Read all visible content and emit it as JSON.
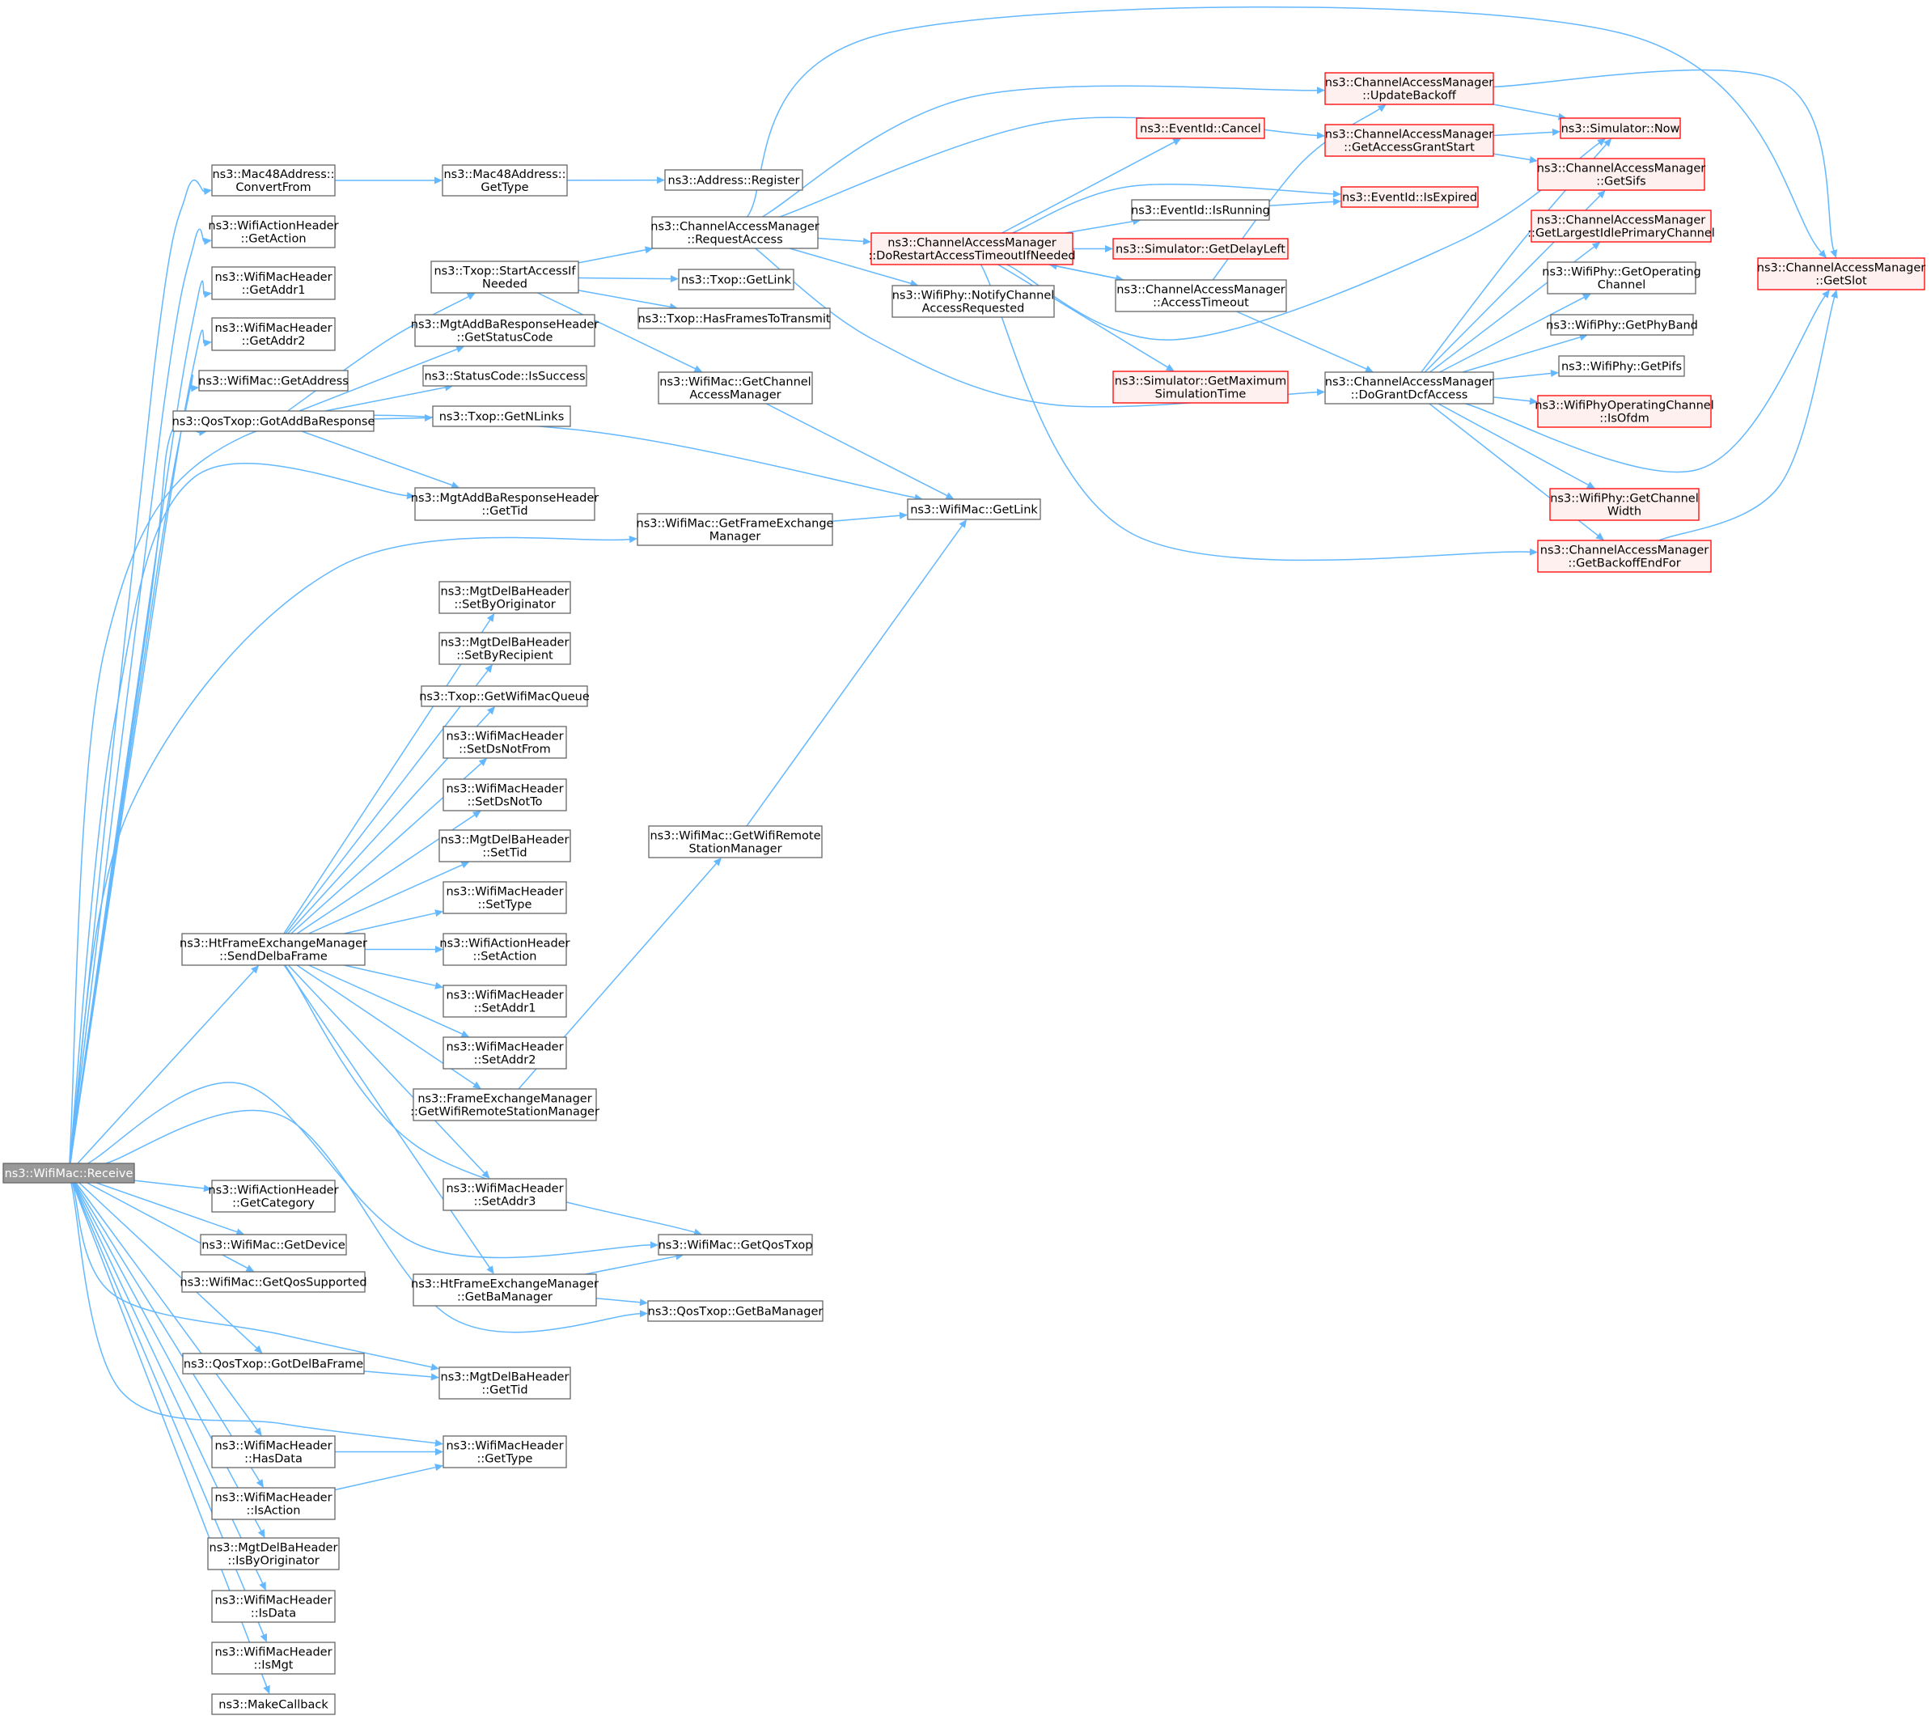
{
  "colors": {
    "edge": "#63b8ff",
    "node_border": "#666666",
    "node_fill": "#ffffff",
    "node_red_border": "#ff0000",
    "node_red_fill": "#fff0f0",
    "root_fill": "#999999",
    "root_text": "#ffffff"
  },
  "nodes": [
    {
      "id": "root",
      "lines": [
        "ns3::WifiMac::Receive"
      ],
      "style": "root"
    },
    {
      "id": "m48conv",
      "lines": [
        "ns3::Mac48Address::",
        "ConvertFrom"
      ]
    },
    {
      "id": "acthdr_getaction",
      "lines": [
        "ns3::WifiActionHeader",
        "::GetAction"
      ]
    },
    {
      "id": "mh_getaddr1",
      "lines": [
        "ns3::WifiMacHeader",
        "::GetAddr1"
      ]
    },
    {
      "id": "mh_getaddr2",
      "lines": [
        "ns3::WifiMacHeader",
        "::GetAddr2"
      ]
    },
    {
      "id": "wm_getaddress",
      "lines": [
        "ns3::WifiMac::GetAddress"
      ]
    },
    {
      "id": "qos_gotaddba",
      "lines": [
        "ns3::QosTxop::GotAddBaResponse"
      ]
    },
    {
      "id": "htfem_senddelba",
      "lines": [
        "ns3::HtFrameExchangeManager",
        "::SendDelbaFrame"
      ]
    },
    {
      "id": "acthdr_getcat",
      "lines": [
        "ns3::WifiActionHeader",
        "::GetCategory"
      ]
    },
    {
      "id": "wm_getdevice",
      "lines": [
        "ns3::WifiMac::GetDevice"
      ]
    },
    {
      "id": "wm_getqossupp",
      "lines": [
        "ns3::WifiMac::GetQosSupported"
      ]
    },
    {
      "id": "qos_gotdelba",
      "lines": [
        "ns3::QosTxop::GotDelBaFrame"
      ]
    },
    {
      "id": "mh_hasdata",
      "lines": [
        "ns3::WifiMacHeader",
        "::HasData"
      ]
    },
    {
      "id": "mh_isaction",
      "lines": [
        "ns3::WifiMacHeader",
        "::IsAction"
      ]
    },
    {
      "id": "delba_isbyorig",
      "lines": [
        "ns3::MgtDelBaHeader",
        "::IsByOriginator"
      ]
    },
    {
      "id": "mh_isdata",
      "lines": [
        "ns3::WifiMacHeader",
        "::IsData"
      ]
    },
    {
      "id": "mh_ismgt",
      "lines": [
        "ns3::WifiMacHeader",
        "::IsMgt"
      ]
    },
    {
      "id": "makecallback",
      "lines": [
        "ns3::MakeCallback"
      ]
    },
    {
      "id": "m48gettype",
      "lines": [
        "ns3::Mac48Address::",
        "GetType"
      ]
    },
    {
      "id": "txop_startaccess",
      "lines": [
        "ns3::Txop::StartAccessIf",
        "Needed"
      ]
    },
    {
      "id": "addbaresp_getstatus",
      "lines": [
        "ns3::MgtAddBaResponseHeader",
        "::GetStatusCode"
      ]
    },
    {
      "id": "status_issuccess",
      "lines": [
        "ns3::StatusCode::IsSuccess"
      ]
    },
    {
      "id": "txop_getnlinks",
      "lines": [
        "ns3::Txop::GetNLinks"
      ]
    },
    {
      "id": "addbaresp_gettid",
      "lines": [
        "ns3::MgtAddBaResponseHeader",
        "::GetTid"
      ]
    },
    {
      "id": "delba_setbyorig",
      "lines": [
        "ns3::MgtDelBaHeader",
        "::SetByOriginator"
      ]
    },
    {
      "id": "delba_setbyrec",
      "lines": [
        "ns3::MgtDelBaHeader",
        "::SetByRecipient"
      ]
    },
    {
      "id": "txop_getqueue",
      "lines": [
        "ns3::Txop::GetWifiMacQueue"
      ]
    },
    {
      "id": "mh_setdsnotfrom",
      "lines": [
        "ns3::WifiMacHeader",
        "::SetDsNotFrom"
      ]
    },
    {
      "id": "mh_setdsnotto",
      "lines": [
        "ns3::WifiMacHeader",
        "::SetDsNotTo"
      ]
    },
    {
      "id": "delba_settid",
      "lines": [
        "ns3::MgtDelBaHeader",
        "::SetTid"
      ]
    },
    {
      "id": "mh_settype",
      "lines": [
        "ns3::WifiMacHeader",
        "::SetType"
      ]
    },
    {
      "id": "acthdr_setaction",
      "lines": [
        "ns3::WifiActionHeader",
        "::SetAction"
      ]
    },
    {
      "id": "mh_setaddr1",
      "lines": [
        "ns3::WifiMacHeader",
        "::SetAddr1"
      ]
    },
    {
      "id": "mh_setaddr2",
      "lines": [
        "ns3::WifiMacHeader",
        "::SetAddr2"
      ]
    },
    {
      "id": "fem_getrsm",
      "lines": [
        "ns3::FrameExchangeManager",
        "::GetWifiRemoteStationManager"
      ]
    },
    {
      "id": "mh_setaddr3",
      "lines": [
        "ns3::WifiMacHeader",
        "::SetAddr3"
      ]
    },
    {
      "id": "htfem_getbam",
      "lines": [
        "ns3::HtFrameExchangeManager",
        "::GetBaManager"
      ]
    },
    {
      "id": "delba_gettid",
      "lines": [
        "ns3::MgtDelBaHeader",
        "::GetTid"
      ]
    },
    {
      "id": "mh_gettype",
      "lines": [
        "ns3::WifiMacHeader",
        "::GetType"
      ]
    },
    {
      "id": "addr_register",
      "lines": [
        "ns3::Address::Register"
      ]
    },
    {
      "id": "cam_requestaccess",
      "lines": [
        "ns3::ChannelAccessManager",
        "::RequestAccess"
      ]
    },
    {
      "id": "txop_getlink",
      "lines": [
        "ns3::Txop::GetLink"
      ]
    },
    {
      "id": "txop_hasframes",
      "lines": [
        "ns3::Txop::HasFramesToTransmit"
      ]
    },
    {
      "id": "wm_getcam",
      "lines": [
        "ns3::WifiMac::GetChannel",
        "AccessManager"
      ]
    },
    {
      "id": "wm_getfem",
      "lines": [
        "ns3::WifiMac::GetFrameExchange",
        "Manager"
      ]
    },
    {
      "id": "wm_getrsm",
      "lines": [
        "ns3::WifiMac::GetWifiRemote",
        "StationManager"
      ]
    },
    {
      "id": "wm_getqostxop",
      "lines": [
        "ns3::WifiMac::GetQosTxop"
      ]
    },
    {
      "id": "qos_getbam",
      "lines": [
        "ns3::QosTxop::GetBaManager"
      ]
    },
    {
      "id": "wm_getlink",
      "lines": [
        "ns3::WifiMac::GetLink"
      ]
    },
    {
      "id": "cam_dorestart",
      "lines": [
        "ns3::ChannelAccessManager",
        "::DoRestartAccessTimeoutIfNeeded"
      ],
      "style": "red"
    },
    {
      "id": "phy_notifycar",
      "lines": [
        "ns3::WifiPhy::NotifyChannel",
        "AccessRequested"
      ]
    },
    {
      "id": "ev_cancel",
      "lines": [
        "ns3::EventId::Cancel"
      ],
      "style": "red"
    },
    {
      "id": "ev_isrunning",
      "lines": [
        "ns3::EventId::IsRunning"
      ]
    },
    {
      "id": "sim_getdelayleft",
      "lines": [
        "ns3::Simulator::GetDelayLeft"
      ],
      "style": "red"
    },
    {
      "id": "cam_accesstimeout",
      "lines": [
        "ns3::ChannelAccessManager",
        "::AccessTimeout"
      ]
    },
    {
      "id": "sim_getmaxsim",
      "lines": [
        "ns3::Simulator::GetMaximum",
        "SimulationTime"
      ],
      "style": "red"
    },
    {
      "id": "cam_updatebackoff",
      "lines": [
        "ns3::ChannelAccessManager",
        "::UpdateBackoff"
      ],
      "style": "red"
    },
    {
      "id": "cam_getaccessgrant",
      "lines": [
        "ns3::ChannelAccessManager",
        "::GetAccessGrantStart"
      ],
      "style": "red"
    },
    {
      "id": "ev_isexpired",
      "lines": [
        "ns3::EventId::IsExpired"
      ],
      "style": "red"
    },
    {
      "id": "cam_dogrant",
      "lines": [
        "ns3::ChannelAccessManager",
        "::DoGrantDcfAccess"
      ]
    },
    {
      "id": "sim_now",
      "lines": [
        "ns3::Simulator::Now"
      ],
      "style": "red"
    },
    {
      "id": "cam_getsifs",
      "lines": [
        "ns3::ChannelAccessManager",
        "::GetSifs"
      ],
      "style": "red"
    },
    {
      "id": "cam_getlargest",
      "lines": [
        "ns3::ChannelAccessManager",
        "::GetLargestIdlePrimaryChannel"
      ],
      "style": "red"
    },
    {
      "id": "phy_getopch",
      "lines": [
        "ns3::WifiPhy::GetOperating",
        "Channel"
      ]
    },
    {
      "id": "phy_getphyband",
      "lines": [
        "ns3::WifiPhy::GetPhyBand"
      ]
    },
    {
      "id": "phy_getpifs",
      "lines": [
        "ns3::WifiPhy::GetPifs"
      ]
    },
    {
      "id": "opch_isofdm",
      "lines": [
        "ns3::WifiPhyOperatingChannel",
        "::IsOfdm"
      ],
      "style": "red"
    },
    {
      "id": "phy_getchwidth",
      "lines": [
        "ns3::WifiPhy::GetChannel",
        "Width"
      ],
      "style": "red"
    },
    {
      "id": "cam_getbackoffend",
      "lines": [
        "ns3::ChannelAccessManager",
        "::GetBackoffEndFor"
      ],
      "style": "red"
    },
    {
      "id": "cam_getslot",
      "lines": [
        "ns3::ChannelAccessManager",
        "::GetSlot"
      ],
      "style": "red"
    }
  ]
}
